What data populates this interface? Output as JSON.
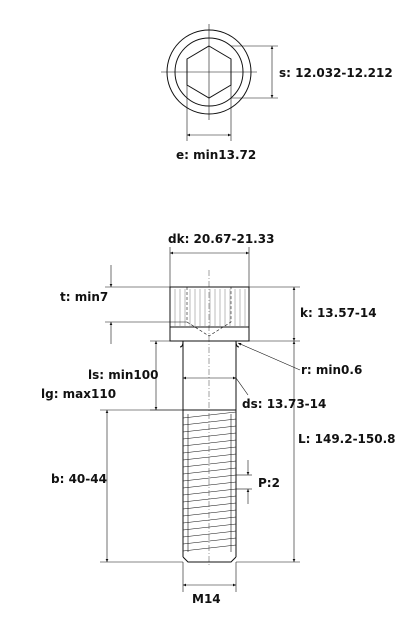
{
  "top_view": {
    "s_label": "s: 12.032-12.212",
    "e_label": "e: min13.72"
  },
  "side_view": {
    "dk_label": "dk: 20.67-21.33",
    "t_label": "t: min7",
    "k_label": "k: 13.57-14",
    "r_label": "r: min0.6",
    "ls_label": "ls: min100",
    "lg_label": "lg: max110",
    "ds_label": "ds: 13.73-14",
    "L_label": "L: 149.2-150.8",
    "b_label": "b: 40-44",
    "P_label": "P:2",
    "M_label": "M14"
  }
}
